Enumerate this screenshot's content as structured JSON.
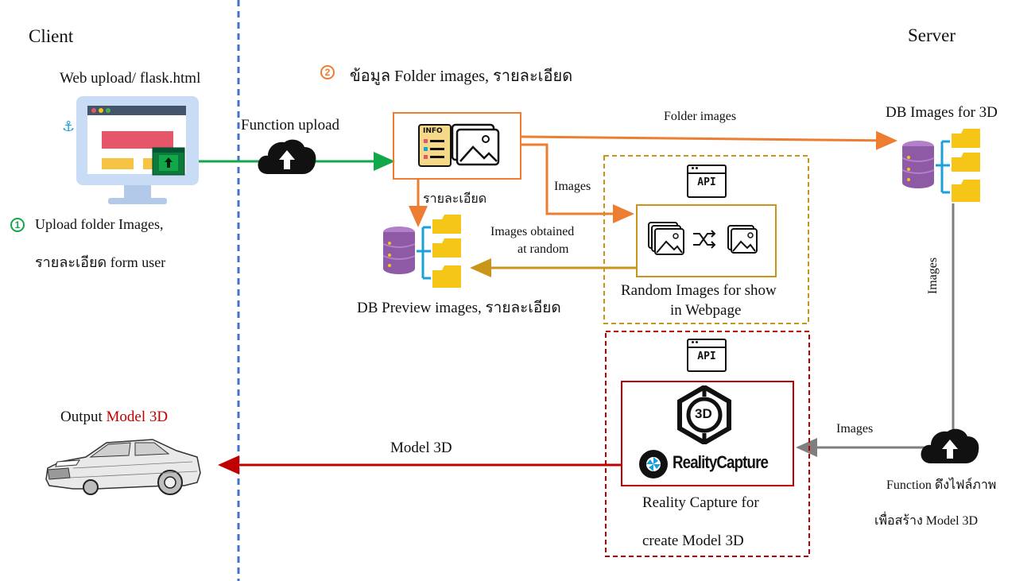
{
  "client_label": "Client",
  "server_label": "Server",
  "web_upload_label": "Web upload/ flask.html",
  "step1": {
    "num": "1",
    "line1": "Upload folder Images,",
    "line2": "รายละเอียด form user"
  },
  "step2": {
    "num": "2",
    "text": "ข้อมูล Folder images, รายละเอียด"
  },
  "function_upload_label": "Function upload",
  "info_icon_text": "INFO",
  "folder_images_label": "Folder images",
  "db_images_3d_label": "DB  Images for 3D",
  "images_label_orange": "Images",
  "details_label": "รายละเอียด",
  "images_random_line1": "Images obtained",
  "images_random_line2": "at random",
  "db_preview_label": "DB  Preview images, รายละเอียด",
  "api_label": "API",
  "random_images_line1": "Random Images for show",
  "random_images_line2": "in Webpage",
  "images_vertical_label": "Images",
  "images_gray_label": "Images",
  "reality_capture_logo_text": "RealityCapture",
  "reality_capture_3d_text": "3D",
  "reality_line1": "Reality Capture for",
  "reality_line2": "create Model 3D",
  "model3d_arrow_label": "Model 3D",
  "output_label_prefix": "Output ",
  "output_label_highlight": "Model 3D",
  "function_pull_line1": "Function ดึงไฟล์ภาพ",
  "function_pull_line2": "เพื่อสร้าง Model 3D",
  "colors": {
    "green": "#12a84a",
    "orange": "#ed7d31",
    "gold": "#c9961a",
    "red": "#c00000",
    "gray": "#7f7f7f",
    "blue_divider": "#4472c4",
    "folder": "#f5c518",
    "db_purple": "#8e5aa5",
    "connector_blue": "#1ba1d9"
  }
}
